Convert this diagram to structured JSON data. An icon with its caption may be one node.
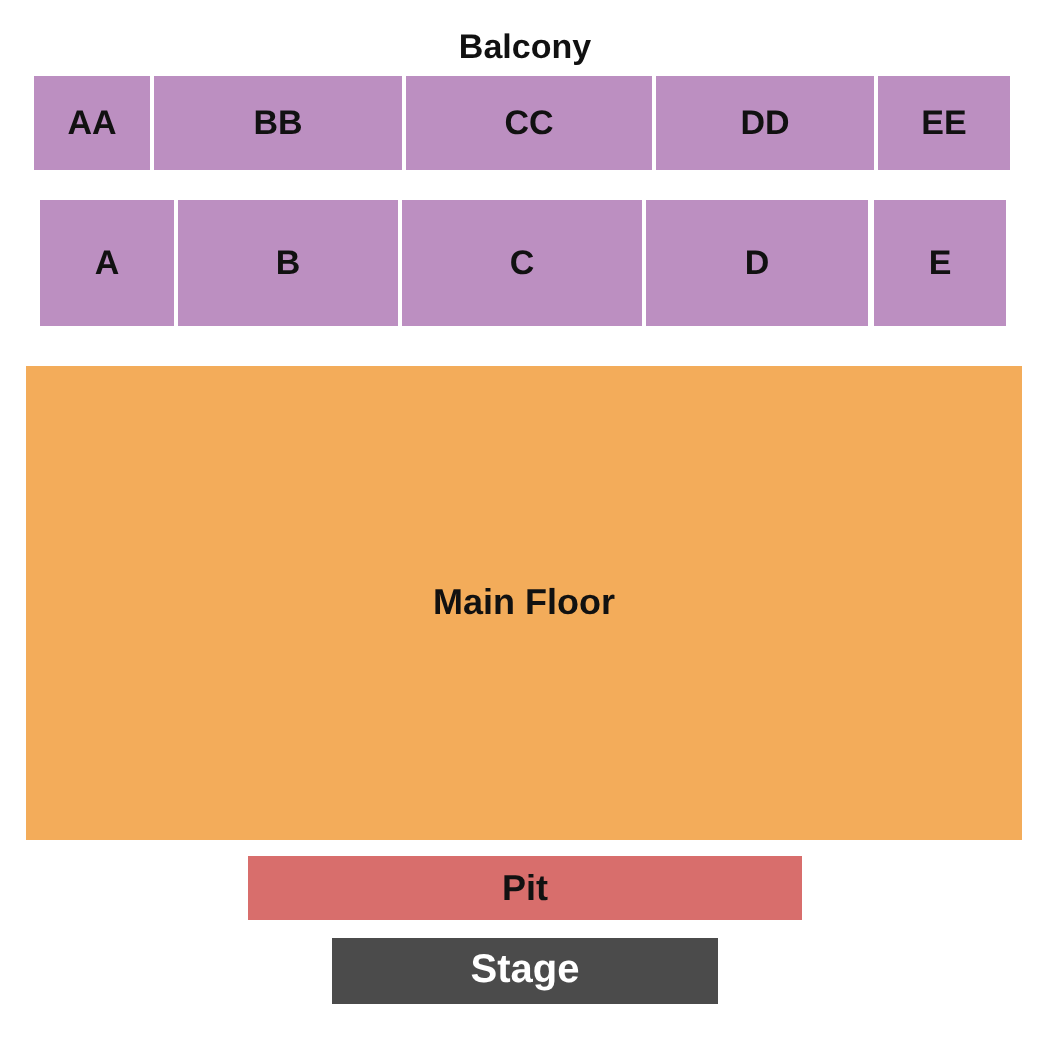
{
  "diagram": {
    "title": "Balcony",
    "nodes": [
      {
        "text": [
          "AA"
        ]
      },
      {
        "text": [
          "BB"
        ]
      },
      {
        "text": [
          "CC"
        ]
      },
      {
        "text": [
          "DD"
        ]
      },
      {
        "text": [
          "EE"
        ]
      },
      {
        "text": [
          "A"
        ]
      },
      {
        "text": [
          "B"
        ]
      },
      {
        "text": [
          "C"
        ]
      },
      {
        "text": [
          "D"
        ]
      },
      {
        "text": [
          "E"
        ]
      },
      {
        "text": [
          "Main Floor"
        ]
      },
      {
        "text": [
          "Pit"
        ]
      },
      {
        "text": [
          "Stage"
        ]
      }
    ]
  }
}
